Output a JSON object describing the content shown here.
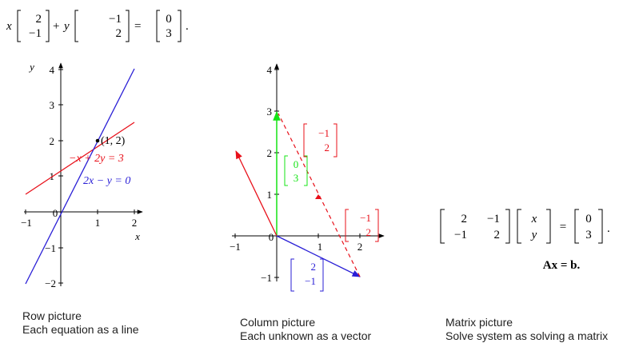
{
  "equation": {
    "x": "x",
    "plus": "+",
    "y": "y",
    "equals": "=",
    "dot": ".",
    "col1": [
      "2",
      "−1"
    ],
    "col2": [
      "−1",
      "2"
    ],
    "rhs": [
      "0",
      "3"
    ]
  },
  "row_picture": {
    "x_axis_label": "x",
    "y_axis_label": "y",
    "x_ticks": [
      "−1",
      "0",
      "1",
      "2"
    ],
    "y_ticks": [
      "4",
      "3",
      "2",
      "1",
      "−1",
      "−2"
    ],
    "intersection_label": "(1, 2)",
    "line1_label": "−x + 2y = 3",
    "line2_label": "2x − y = 0",
    "line1_color": "#e8101a",
    "line2_color": "#2a1fd6",
    "caption_title": "Row picture",
    "caption_sub": "Each equation as a line"
  },
  "column_picture": {
    "x_ticks": [
      "−1",
      "0",
      "1",
      "2"
    ],
    "y_ticks": [
      "4",
      "3",
      "2",
      "1",
      "−1"
    ],
    "vec_rhs": [
      "0",
      "3"
    ],
    "vec_col2": [
      "−1",
      "2"
    ],
    "vec_col2_right": [
      "−1",
      "2"
    ],
    "vec_col1": [
      "2",
      "−1"
    ],
    "rhs_color": "#15e415",
    "col2_color": "#e8101a",
    "col1_color": "#2a1fd6",
    "caption_title": "Column picture",
    "caption_sub": "Each unknown as a vector"
  },
  "matrix_picture": {
    "matrix": [
      [
        "2",
        "−1"
      ],
      [
        "−1",
        "2"
      ]
    ],
    "unknowns": [
      "x",
      "y"
    ],
    "rhs": [
      "0",
      "3"
    ],
    "equals": "=",
    "dot": ".",
    "compact": "Ax = b.",
    "caption_title": "Matrix picture",
    "caption_sub": "Solve system as solving a matrix"
  }
}
